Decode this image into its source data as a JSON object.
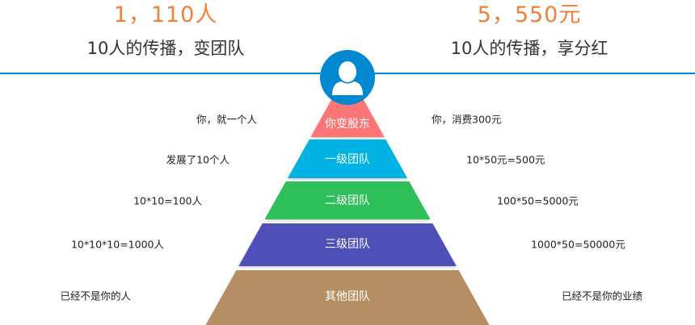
{
  "header": {
    "left": {
      "value": "1，110人",
      "caption": "10人的传播，变团队"
    },
    "right": {
      "value": "5，550元",
      "caption": "10人的传播，享分红"
    }
  },
  "pyramid": {
    "icon": "user-avatar-icon",
    "tiers": [
      {
        "label": "你变股东",
        "color": "#fc7677",
        "people": "你，就一个人",
        "earnings": "你，消费300元"
      },
      {
        "label": "一级团队",
        "color": "#00b3e3",
        "people": "发展了10个人",
        "earnings": "10*50元=500元"
      },
      {
        "label": "二级团队",
        "color": "#2dbe5a",
        "people": "10*10=100人",
        "earnings": "100*50=5000元"
      },
      {
        "label": "三级团队",
        "color": "#4f4fb8",
        "people": "10*10*10=1000人",
        "earnings": "1000*50=50000元"
      },
      {
        "label": "其他团队",
        "color": "#b58f63",
        "people": "已经不是你的人",
        "earnings": "已经不是你的业绩"
      }
    ]
  },
  "colors": {
    "accent": "#f0803a",
    "line": "#0288d1"
  }
}
